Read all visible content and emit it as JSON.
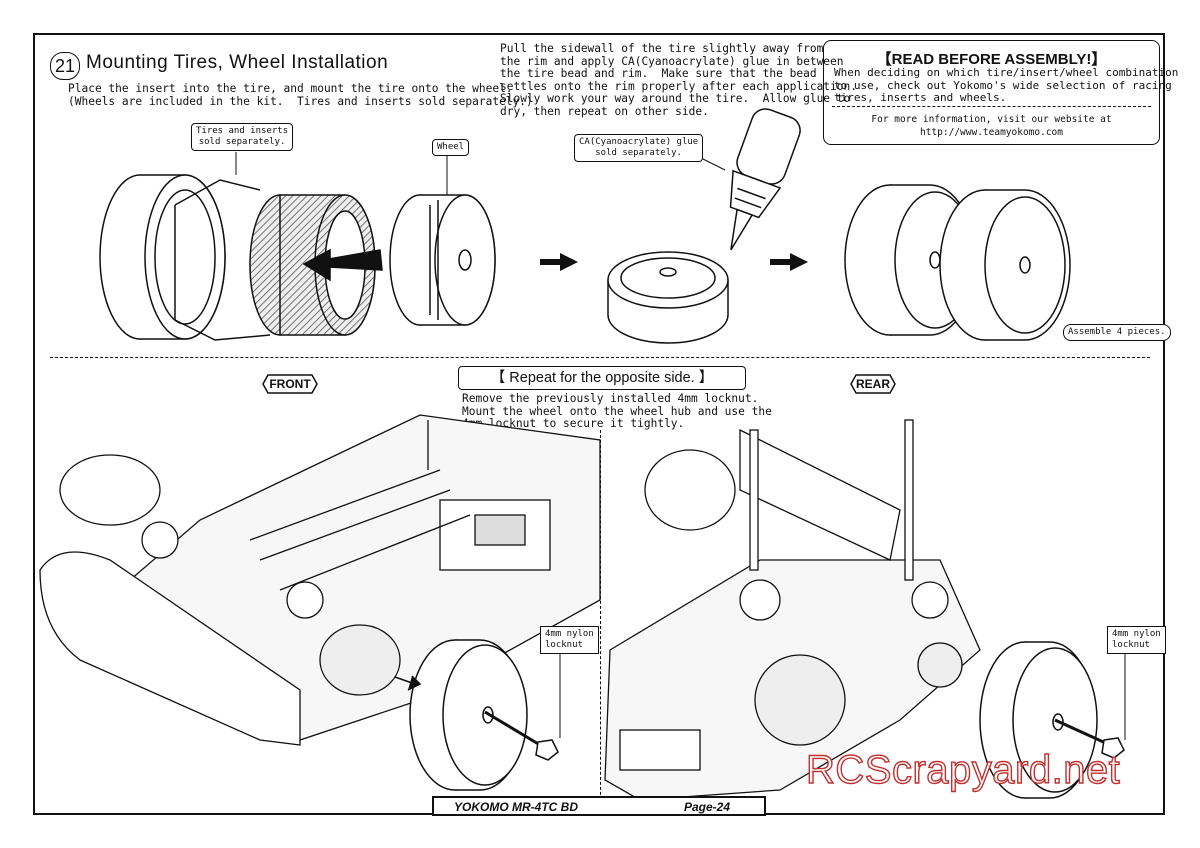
{
  "step": {
    "number": "21",
    "title": "Mounting Tires, Wheel Installation",
    "instruction": "Place the insert into the tire, and mount the tire onto the wheel.\n(Wheels are included in the kit.  Tires and inserts sold separately.)"
  },
  "glue_instructions": "Pull the sidewall of the tire slightly away from\nthe rim and apply CA(Cyanoacrylate) glue in between\nthe tire bead and rim.  Make sure that the bead\nsettles onto the rim properly after each application.\nSlowly work your way around the tire.  Allow glue to\ndry, then repeat on other side.",
  "read_box": {
    "title": "【READ BEFORE ASSEMBLY!】",
    "body": "When deciding on which tire/insert/wheel combination\nto use, check out Yokomo's wide selection of racing\ntires, inserts and wheels.",
    "info": "For more information, visit our website at\nhttp://www.teamyokomo.com"
  },
  "labels": {
    "tires_inserts": "Tires and inserts\nsold separately.",
    "wheel": "Wheel",
    "ca_glue": "CA(Cyanoacrylate) glue\nsold separately.",
    "assemble": "Assemble 4 pieces.",
    "front": "FRONT",
    "rear": "REAR",
    "locknut_left": "4mm nylon\nlocknut",
    "locknut_right": "4mm nylon\nlocknut"
  },
  "repeat": {
    "title": "【 Repeat for the opposite side. 】",
    "body": "Remove the previously installed 4mm locknut.\nMount the wheel onto the wheel hub and use the\n4mm locknut to secure it tightly."
  },
  "footer": {
    "model": "YOKOMO MR-4TC BD",
    "page": "Page-24"
  },
  "watermark": "RCScrapyard.net"
}
